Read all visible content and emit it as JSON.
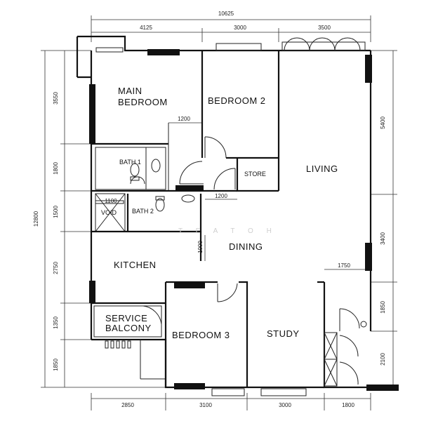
{
  "plan": {
    "rooms": {
      "main_bedroom_line1": "MAIN",
      "main_bedroom_line2": "BEDROOM",
      "bedroom2": "BEDROOM 2",
      "living": "LIVING",
      "store": "STORE",
      "bath1": "BATH 1",
      "bath2": "BATH 2",
      "void": "VOID",
      "dining": "DINING",
      "kitchen": "KITCHEN",
      "service_balcony_line1": "SERVICE",
      "service_balcony_line2": "BALCONY",
      "bedroom3": "BEDROOM 3",
      "study": "STUDY"
    },
    "dimensions": {
      "top_total": "10625",
      "top_1": "4125",
      "top_2": "3000",
      "top_3": "3500",
      "bottom_1": "2850",
      "bottom_2": "3100",
      "bottom_3": "3000",
      "bottom_4": "1800",
      "left_total": "12800",
      "left_1": "3550",
      "left_2": "1800",
      "left_3": "1500",
      "left_4": "2750",
      "left_5": "1350",
      "left_6": "1850",
      "right_1": "5400",
      "right_2": "3400",
      "right_3": "1850",
      "right_4": "2100",
      "inner_1200_a": "1200",
      "inner_1200_b": "1200",
      "inner_1100": "1100",
      "inner_1000": "1000",
      "inner_1750": "1750"
    },
    "watermark": "T E A   T O H"
  }
}
